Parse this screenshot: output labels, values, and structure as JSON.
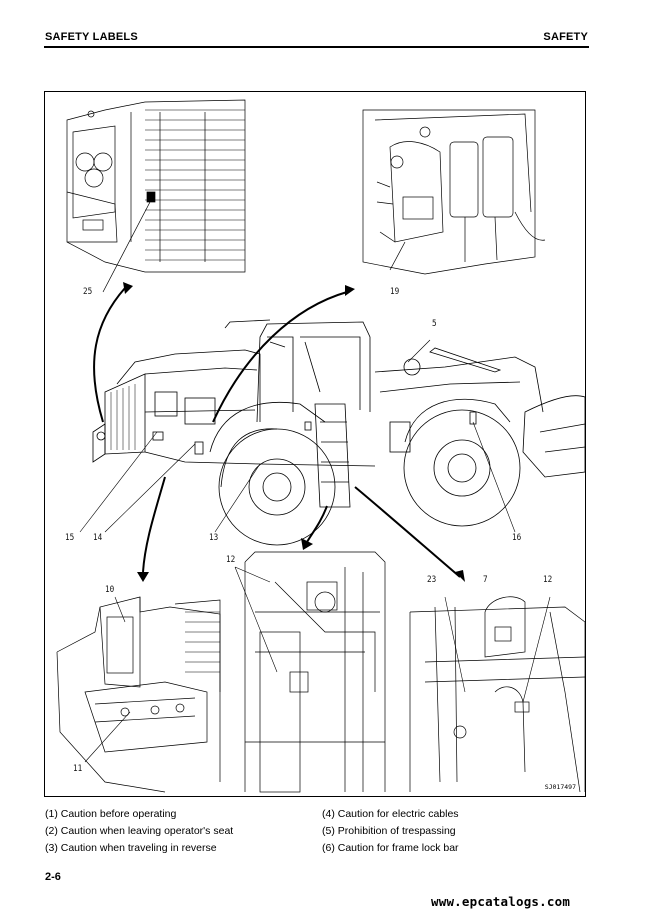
{
  "header": {
    "section_title": "SAFETY LABELS",
    "chapter_title": "SAFETY"
  },
  "figure": {
    "callouts": {
      "c25": "25",
      "c19": "19",
      "c5": "5",
      "c15": "15",
      "c14": "14",
      "c13": "13",
      "c16": "16",
      "c10": "10",
      "c11": "11",
      "c12a": "12",
      "c23": "23",
      "c7": "7",
      "c12b": "12"
    },
    "figure_id": "SJ017497"
  },
  "legend": {
    "item1": "(1) Caution before operating",
    "item2": "(2) Caution when leaving operator's seat",
    "item3": "(3) Caution when traveling in reverse",
    "item4": "(4) Caution for electric cables",
    "item5": "(5) Prohibition of trespassing",
    "item6": "(6) Caution for frame lock bar"
  },
  "footer": {
    "page_number": "2-6",
    "site_url": "www.epcatalogs.com"
  }
}
